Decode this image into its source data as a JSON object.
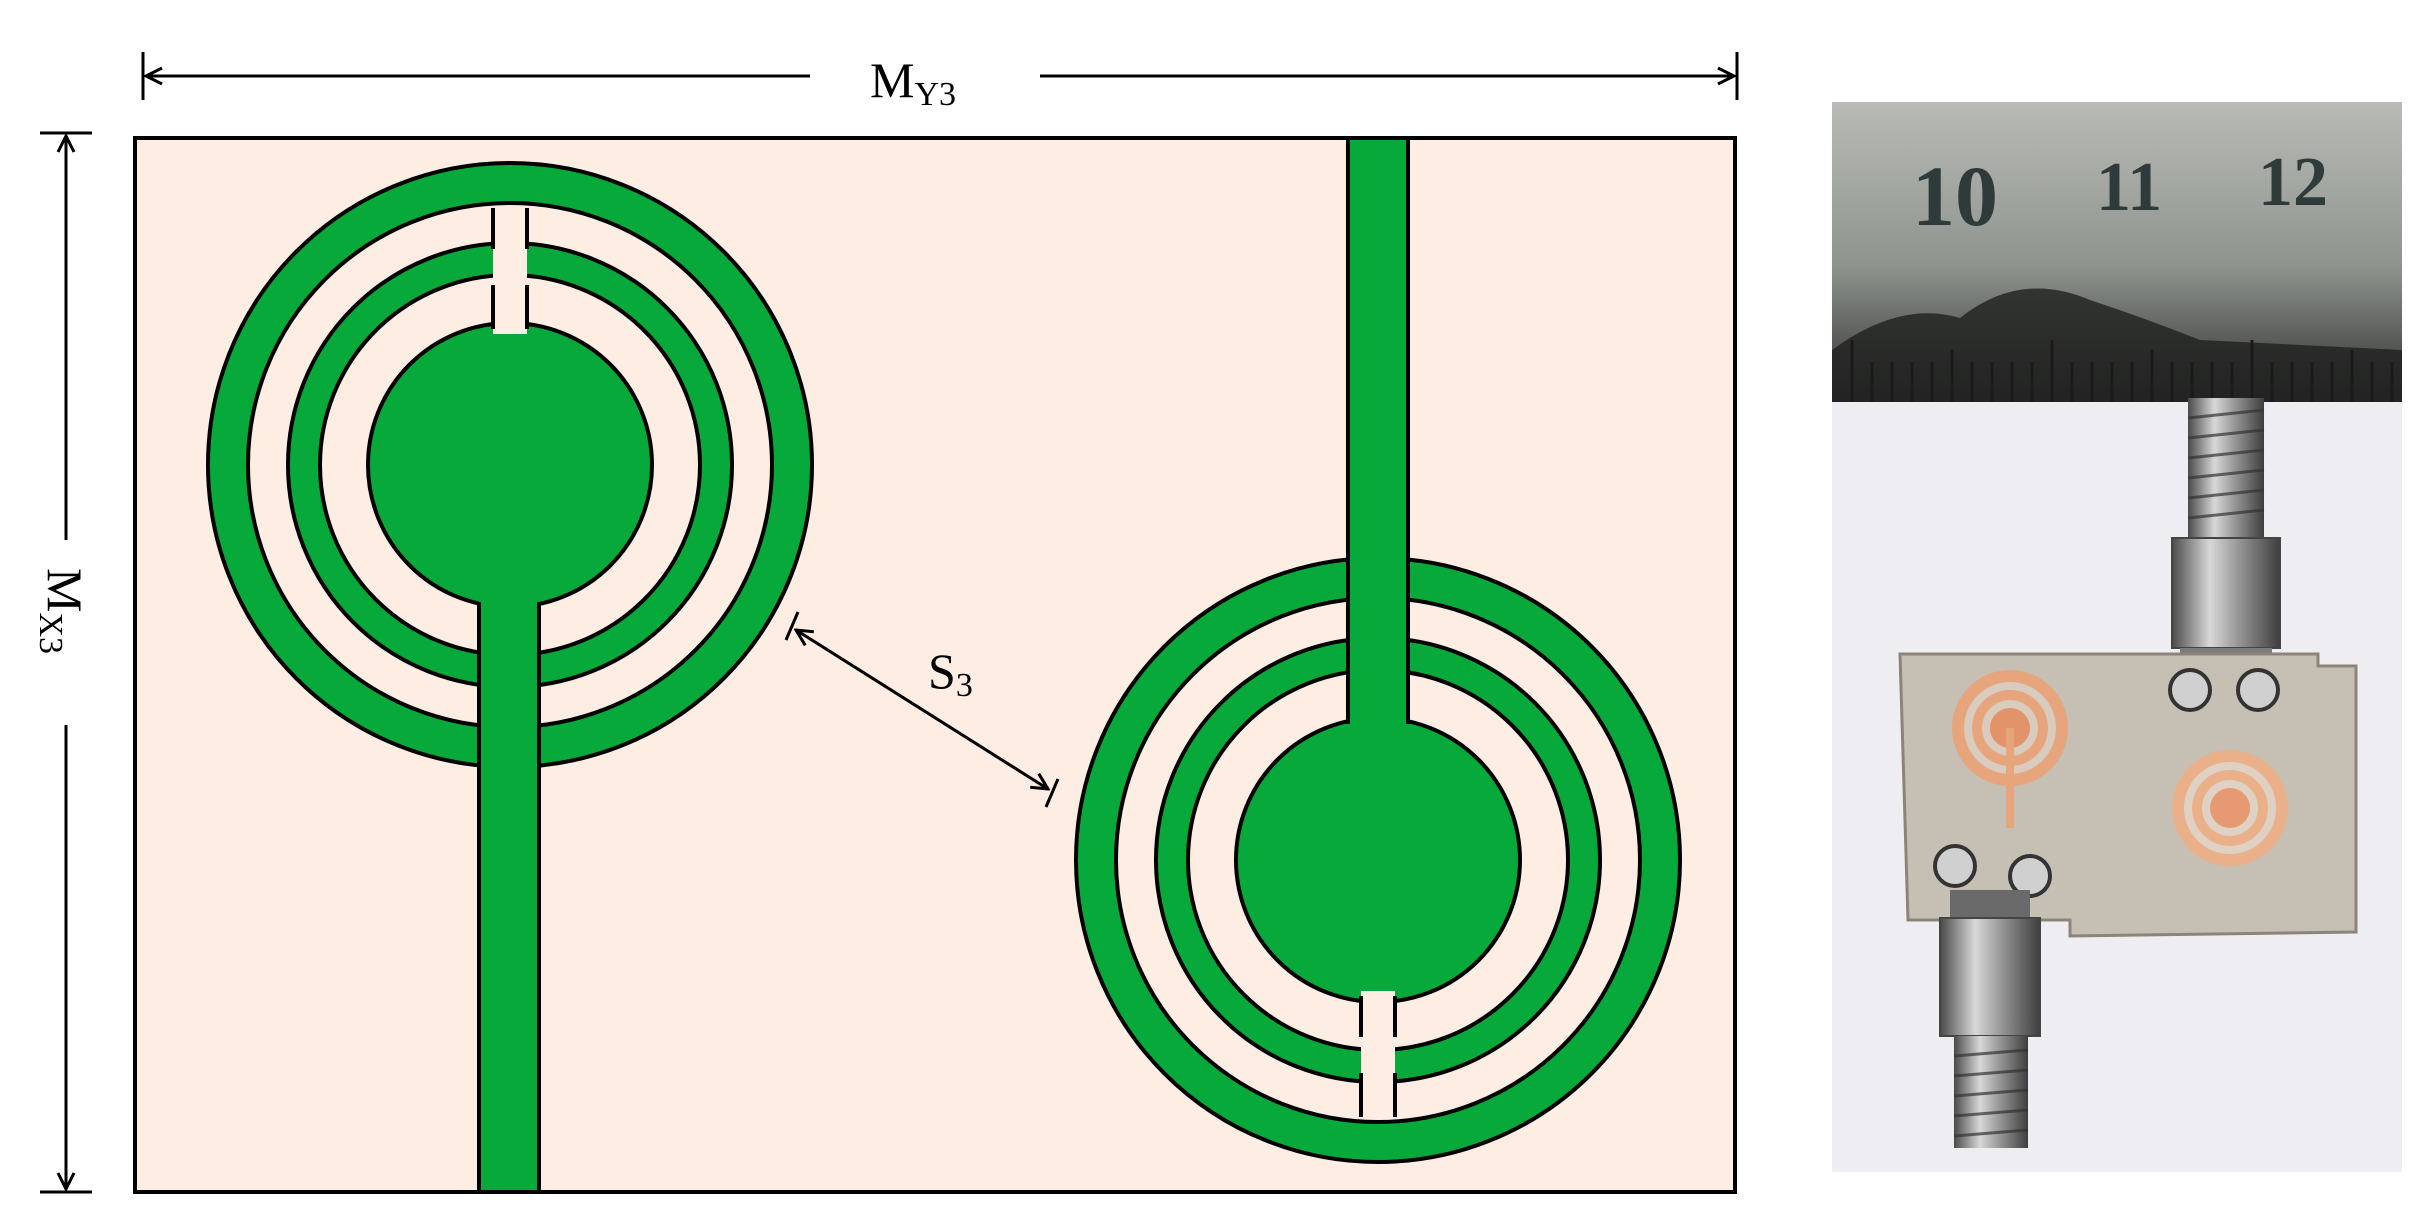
{
  "diagram": {
    "labels": {
      "width_dim": {
        "main": "M",
        "sub": "Y3"
      },
      "height_dim": {
        "main": "M",
        "sub": "X3"
      },
      "spacing_dim": {
        "main": "S",
        "sub": "3"
      }
    },
    "colors": {
      "substrate": "#fdede2",
      "conductor": "#07aa3a",
      "outline": "#000000"
    },
    "photo": {
      "ruler_numbers": [
        "10",
        "11",
        "12"
      ],
      "colors": {
        "ruler": "#9a9d98",
        "board": "#c6c0b4",
        "pad_copper": "#e6a57c",
        "connector_metal": "#8e8e8e",
        "background": "#f3f3f6"
      }
    }
  }
}
